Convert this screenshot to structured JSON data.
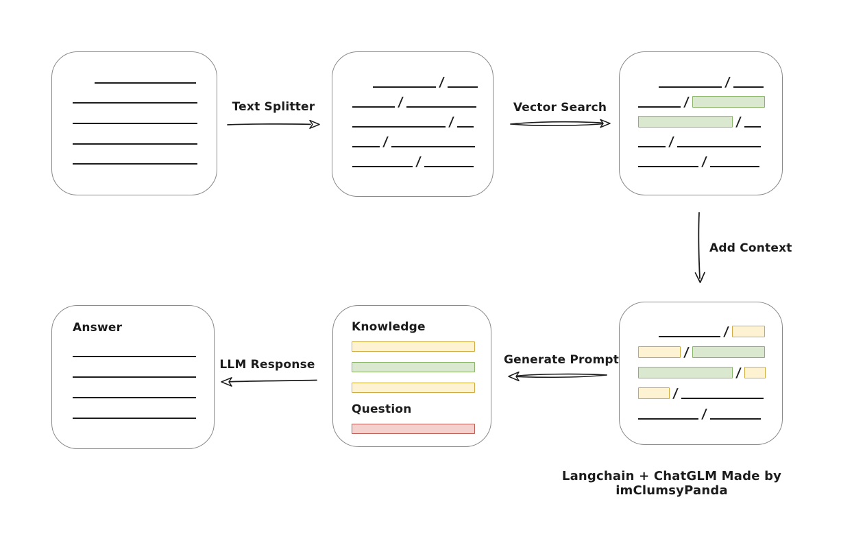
{
  "diagram": {
    "caption": "Langchain + ChatGLM Made by imClumsyPanda",
    "slash": "/",
    "arrows": {
      "text_splitter": "Text Splitter",
      "vector_search": "Vector Search",
      "add_context": "Add Context",
      "generate_prompt": "Generate Prompt",
      "llm_response": "LLM Response"
    },
    "colors": {
      "ink": "#1b1b1b",
      "box_border": "#898989",
      "green_fill": "#dbe8d0",
      "green_border": "#8ab468",
      "yellow_fill": "#fdf3d3",
      "yellow_border": "#d2ab3e",
      "red_fill": "#f5d1cd",
      "red_border": "#b95a53"
    },
    "boxes": {
      "document": {
        "rows": [
          [
            {
              "t": "line",
              "w": 148,
              "ml": 32
            }
          ],
          [
            {
              "t": "line",
              "w": 182
            }
          ],
          [
            {
              "t": "line",
              "w": 182
            }
          ],
          [
            {
              "t": "line",
              "w": 182
            }
          ],
          [
            {
              "t": "line",
              "w": 182
            }
          ]
        ]
      },
      "chunks": {
        "rows": [
          [
            {
              "t": "line",
              "w": 92,
              "ml": 30
            },
            {
              "t": "slash"
            },
            {
              "t": "line",
              "w": 44
            }
          ],
          [
            {
              "t": "line",
              "w": 62
            },
            {
              "t": "slash"
            },
            {
              "t": "line",
              "w": 102
            }
          ],
          [
            {
              "t": "line",
              "w": 136
            },
            {
              "t": "slash"
            },
            {
              "t": "line",
              "w": 24
            }
          ],
          [
            {
              "t": "line",
              "w": 40
            },
            {
              "t": "slash"
            },
            {
              "t": "line",
              "w": 122
            }
          ],
          [
            {
              "t": "line",
              "w": 88
            },
            {
              "t": "slash"
            },
            {
              "t": "line",
              "w": 72
            }
          ]
        ]
      },
      "vector_matches": {
        "rows": [
          [
            {
              "t": "line",
              "w": 92,
              "ml": 30
            },
            {
              "t": "slash"
            },
            {
              "t": "line",
              "w": 44
            }
          ],
          [
            {
              "t": "line",
              "w": 62
            },
            {
              "t": "slash"
            },
            {
              "t": "green",
              "w": 106
            }
          ],
          [
            {
              "t": "green",
              "w": 138
            },
            {
              "t": "slash"
            },
            {
              "t": "line",
              "w": 24
            }
          ],
          [
            {
              "t": "line",
              "w": 40
            },
            {
              "t": "slash"
            },
            {
              "t": "line",
              "w": 122
            }
          ],
          [
            {
              "t": "line",
              "w": 88
            },
            {
              "t": "slash"
            },
            {
              "t": "line",
              "w": 72
            }
          ]
        ]
      },
      "context": {
        "rows": [
          [
            {
              "t": "line",
              "w": 90,
              "ml": 30
            },
            {
              "t": "slash"
            },
            {
              "t": "yellow",
              "w": 48
            }
          ],
          [
            {
              "t": "yellow",
              "w": 62
            },
            {
              "t": "slash"
            },
            {
              "t": "green",
              "w": 106
            }
          ],
          [
            {
              "t": "green",
              "w": 138
            },
            {
              "t": "slash"
            },
            {
              "t": "yellow",
              "w": 31
            }
          ],
          [
            {
              "t": "yellow",
              "w": 46
            },
            {
              "t": "slash"
            },
            {
              "t": "line",
              "w": 120
            }
          ],
          [
            {
              "t": "line",
              "w": 88
            },
            {
              "t": "slash"
            },
            {
              "t": "line",
              "w": 74
            }
          ]
        ]
      },
      "prompt": {
        "knowledge_label": "Knowledge",
        "question_label": "Question"
      },
      "answer": {
        "label": "Answer",
        "rows": [
          [
            {
              "t": "line",
              "w": 180
            }
          ],
          [
            {
              "t": "line",
              "w": 180
            }
          ],
          [
            {
              "t": "line",
              "w": 180
            }
          ],
          [
            {
              "t": "line",
              "w": 180
            }
          ]
        ]
      }
    }
  }
}
